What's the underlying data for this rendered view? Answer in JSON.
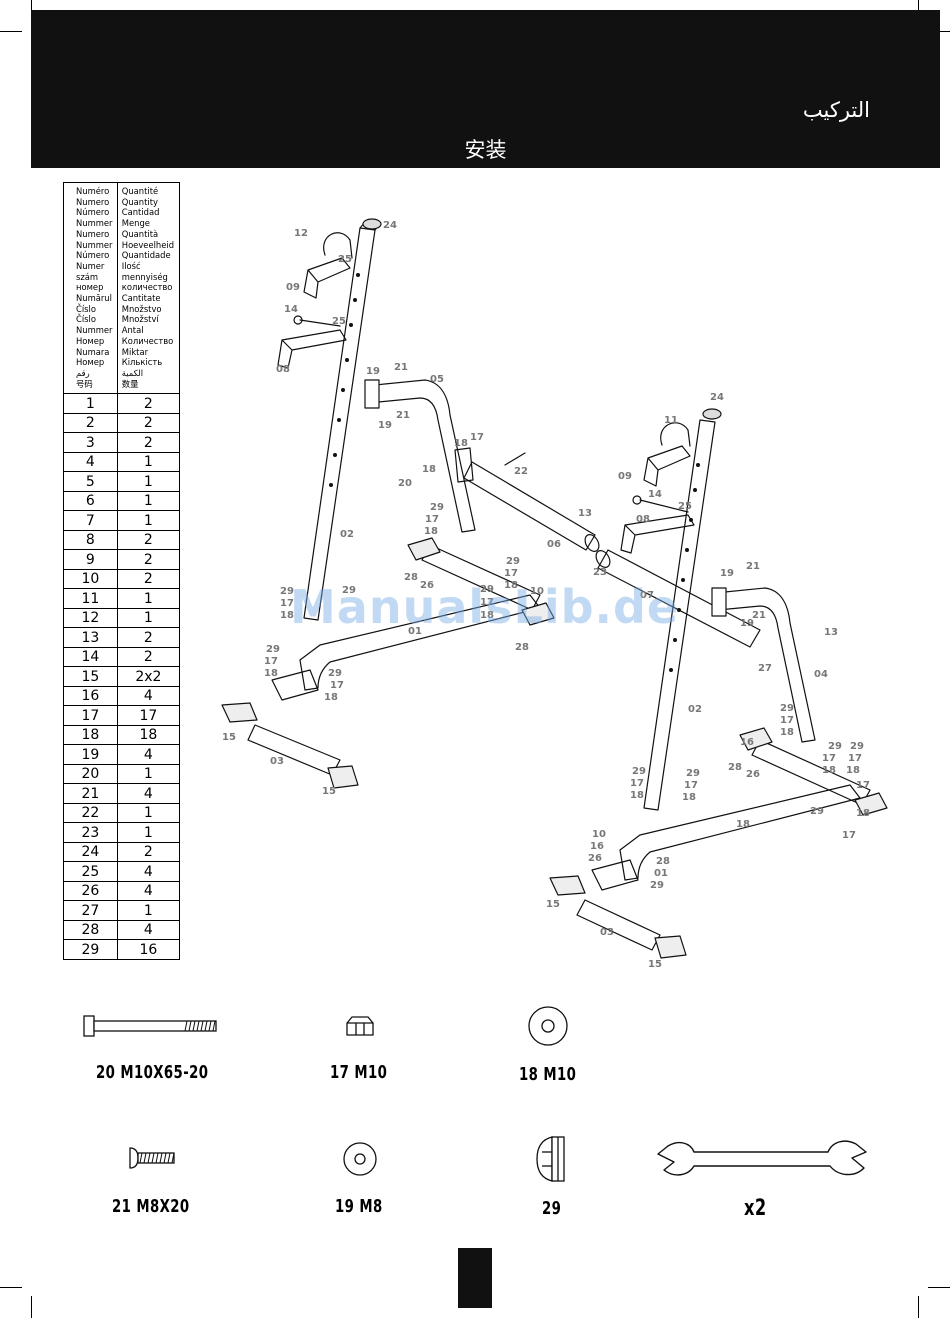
{
  "header": {
    "title_ar": "التركيب",
    "title_zh": "安装"
  },
  "parts_table": {
    "col1_header": [
      "Numéro",
      "Numero",
      "Número",
      "Nummer",
      "Numero",
      "Nummer",
      "Número",
      "Numer",
      "szám",
      "номер",
      "Numărul",
      "Číslo",
      "Číslo",
      "Nummer",
      "Номер",
      "Numara",
      "Номер",
      "رقم",
      "号码"
    ],
    "col2_header": [
      "Quantité",
      "Quantity",
      "Cantidad",
      "Menge",
      "Quantità",
      "Hoeveelheid",
      "Quantidade",
      "Ilość",
      "mennyiség",
      "количество",
      "Cantitate",
      "Množstvo",
      "Množství",
      "Antal",
      "Количество",
      "Miktar",
      "Кількість",
      "الكمية",
      "数量"
    ],
    "rows": [
      [
        "1",
        "2"
      ],
      [
        "2",
        "2"
      ],
      [
        "3",
        "2"
      ],
      [
        "4",
        "1"
      ],
      [
        "5",
        "1"
      ],
      [
        "6",
        "1"
      ],
      [
        "7",
        "1"
      ],
      [
        "8",
        "2"
      ],
      [
        "9",
        "2"
      ],
      [
        "10",
        "2"
      ],
      [
        "11",
        "1"
      ],
      [
        "12",
        "1"
      ],
      [
        "13",
        "2"
      ],
      [
        "14",
        "2"
      ],
      [
        "15",
        "2x2"
      ],
      [
        "16",
        "4"
      ],
      [
        "17",
        "17"
      ],
      [
        "18",
        "18"
      ],
      [
        "19",
        "4"
      ],
      [
        "20",
        "1"
      ],
      [
        "21",
        "4"
      ],
      [
        "22",
        "1"
      ],
      [
        "23",
        "1"
      ],
      [
        "24",
        "2"
      ],
      [
        "25",
        "4"
      ],
      [
        "26",
        "4"
      ],
      [
        "27",
        "1"
      ],
      [
        "28",
        "4"
      ],
      [
        "29",
        "16"
      ]
    ]
  },
  "diagram": {
    "labels": [
      "24",
      "12",
      "25",
      "09",
      "14",
      "25",
      "08",
      "19",
      "21",
      "05",
      "19",
      "21",
      "18",
      "17",
      "22",
      "18",
      "20",
      "29",
      "17",
      "18",
      "02",
      "13",
      "06",
      "23",
      "29",
      "17",
      "18",
      "29",
      "17",
      "18",
      "28",
      "26",
      "10",
      "07",
      "29",
      "17",
      "18",
      "29",
      "01",
      "28",
      "29",
      "17",
      "18",
      "29",
      "17",
      "18",
      "15",
      "03",
      "15",
      "11",
      "24",
      "09",
      "14",
      "25",
      "08",
      "19",
      "21",
      "21",
      "19",
      "13",
      "27",
      "04",
      "02",
      "29",
      "17",
      "18",
      "16",
      "28",
      "26",
      "29",
      "17",
      "18",
      "29",
      "17",
      "18",
      "29",
      "17",
      "18",
      "29",
      "17",
      "18",
      "10",
      "16",
      "26",
      "28",
      "01",
      "29",
      "17",
      "18",
      "29",
      "17",
      "18",
      "15",
      "03",
      "15"
    ]
  },
  "watermark": "ManualsLib.de",
  "hardware": {
    "bolt_m10": "20   M10X65-20",
    "nut_m10": "17   M10",
    "washer_m10": "18   M10",
    "bolt_m8": "21   M8X20",
    "washer_m8": "19   M8",
    "cap": "29",
    "wrench": "x2"
  }
}
